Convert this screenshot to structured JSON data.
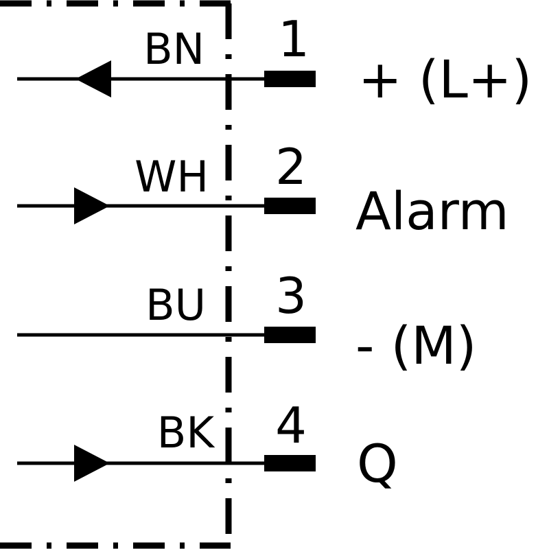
{
  "colors": {
    "line": "#000000",
    "background": "#ffffff"
  },
  "pins": [
    {
      "wire_color": "BN",
      "pin_number": "1",
      "signal": "+ (L+)",
      "arrow": "left"
    },
    {
      "wire_color": "WH",
      "pin_number": "2",
      "signal": "Alarm",
      "arrow": "right"
    },
    {
      "wire_color": "BU",
      "pin_number": "3",
      "signal": "- (M)",
      "arrow": "none"
    },
    {
      "wire_color": "BK",
      "pin_number": "4",
      "signal": "Q",
      "arrow": "right"
    }
  ]
}
